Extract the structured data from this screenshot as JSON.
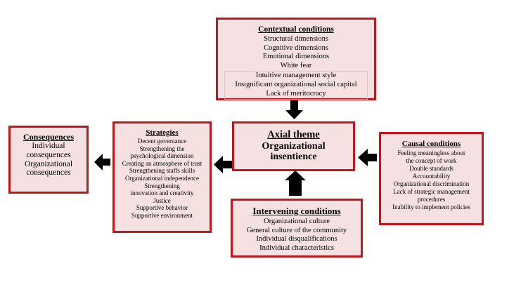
{
  "contextual": {
    "title": "Contextual conditions",
    "items": [
      "Structural dimensions",
      "Cognitive dimensions",
      "Emotional dimensions",
      "White fear"
    ],
    "group_items": [
      "Intuitive management style",
      "Insignificant organizational social capital",
      "Lack of meritocracy"
    ]
  },
  "axial": {
    "title": "Axial theme",
    "lines": [
      "Organizational",
      "insentience"
    ]
  },
  "intervening": {
    "title": "Intervening conditions",
    "items": [
      "Organizational culture",
      "General culture of the community",
      "Individual disqualifications",
      "Individual characteristics"
    ]
  },
  "causal": {
    "title": "Causal conditions",
    "items": [
      "Feeling meaningless about",
      "the concept of work",
      "Double standards",
      "Accountability",
      "Organizational discrimination",
      "Lack of strategic management",
      "procedures",
      "Inability to implement policies"
    ]
  },
  "strategies": {
    "title": "Strategies",
    "items": [
      "Decent governance",
      "Strengthening the",
      "psychological dimension",
      "Creating an atmosphere of trust",
      "Strengthening staffs skills",
      "Organizational independence",
      "Strengthening",
      "innovation and creativity",
      "Justice",
      "Supportive behavior",
      "Supportive environment"
    ]
  },
  "consequences": {
    "title": "Consequences",
    "items": [
      "Individual",
      "consequences",
      "Organizational",
      "consequences"
    ]
  },
  "colors": {
    "box_fill": "#f5e1e1",
    "box_border": "#c0171d",
    "arrow": "#000000"
  }
}
